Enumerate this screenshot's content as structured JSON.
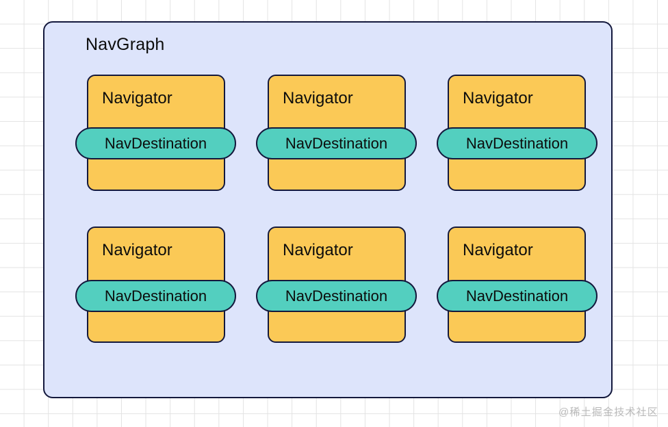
{
  "diagram": {
    "container": {
      "label": "NavGraph",
      "fill_color": "#dde4fb",
      "border_color": "#13183c"
    },
    "navigator_fill_color": "#fbc956",
    "destination_fill_color": "#53cfbf",
    "nodes": [
      {
        "navigator_label": "Navigator",
        "destination_label": "NavDestination",
        "row": 0,
        "col": 0
      },
      {
        "navigator_label": "Navigator",
        "destination_label": "NavDestination",
        "row": 0,
        "col": 1
      },
      {
        "navigator_label": "Navigator",
        "destination_label": "NavDestination",
        "row": 0,
        "col": 2
      },
      {
        "navigator_label": "Navigator",
        "destination_label": "NavDestination",
        "row": 1,
        "col": 0
      },
      {
        "navigator_label": "Navigator",
        "destination_label": "NavDestination",
        "row": 1,
        "col": 1
      },
      {
        "navigator_label": "Navigator",
        "destination_label": "NavDestination",
        "row": 1,
        "col": 2
      }
    ]
  },
  "watermark": {
    "text": "@稀土掘金技术社区"
  }
}
